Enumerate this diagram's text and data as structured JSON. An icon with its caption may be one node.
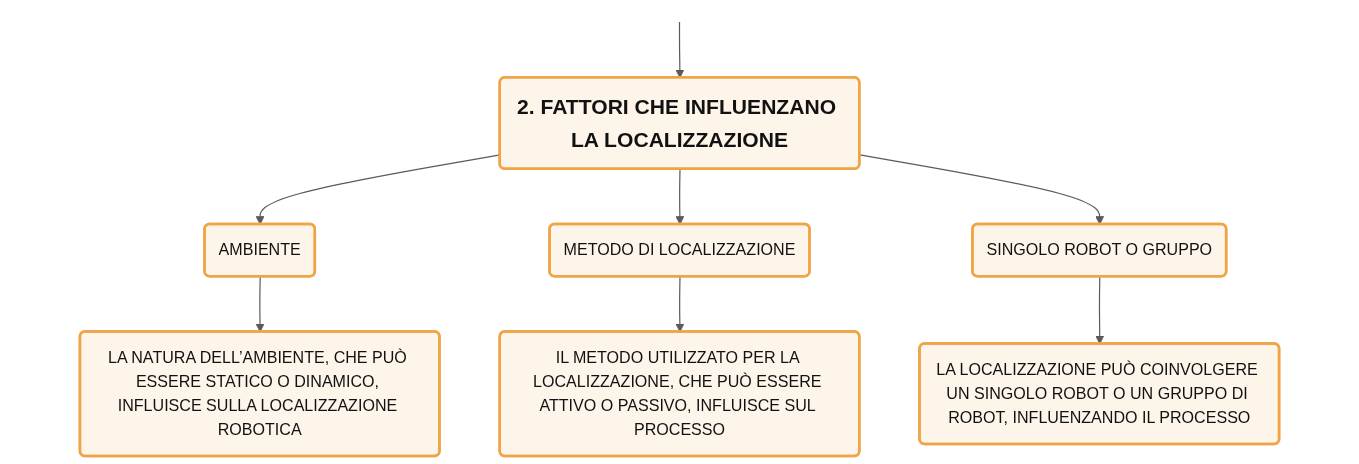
{
  "diagram": {
    "nodes": [
      {
        "text": [
          "2. FATTORI CHE INFLUENZANO LA LOCALIZZAZIONE"
        ]
      },
      {
        "text": [
          "AMBIENTE"
        ]
      },
      {
        "text": [
          "METODO DI LOCALIZZAZIONE"
        ]
      },
      {
        "text": [
          "SINGOLO ROBOT O GRUPPO"
        ]
      },
      {
        "text": [
          "LA NATURA DELL’AMBIENTE, CHE PUÒ ESSERE STATICO O DINAMICO, INFLUISCE SULLA LOCALIZZAZIONE ROBOTICA"
        ]
      },
      {
        "text": [
          "IL METODO UTILIZZATO PER LA LOCALIZZAZIONE, CHE PUÒ ESSERE ATTIVO O PASSIVO, INFLUISCE SUL PROCESSO"
        ]
      },
      {
        "text": [
          "LA LOCALIZZAZIONE PUÒ COINVOLGERE UN SINGOLO ROBOT O UN GRUPPO DI ROBOT, INFLUENZANDO IL PROCESSO"
        ]
      }
    ],
    "edges": [
      {
        "from": null,
        "to": 0,
        "arrow": "to"
      },
      {
        "from": 0,
        "to": 1,
        "arrow": "to"
      },
      {
        "from": 0,
        "to": 2,
        "arrow": "to"
      },
      {
        "from": 0,
        "to": 3,
        "arrow": "to"
      },
      {
        "from": 1,
        "to": 4,
        "arrow": "to"
      },
      {
        "from": 2,
        "to": 5,
        "arrow": "to"
      },
      {
        "from": 3,
        "to": 6,
        "arrow": "to"
      }
    ]
  }
}
